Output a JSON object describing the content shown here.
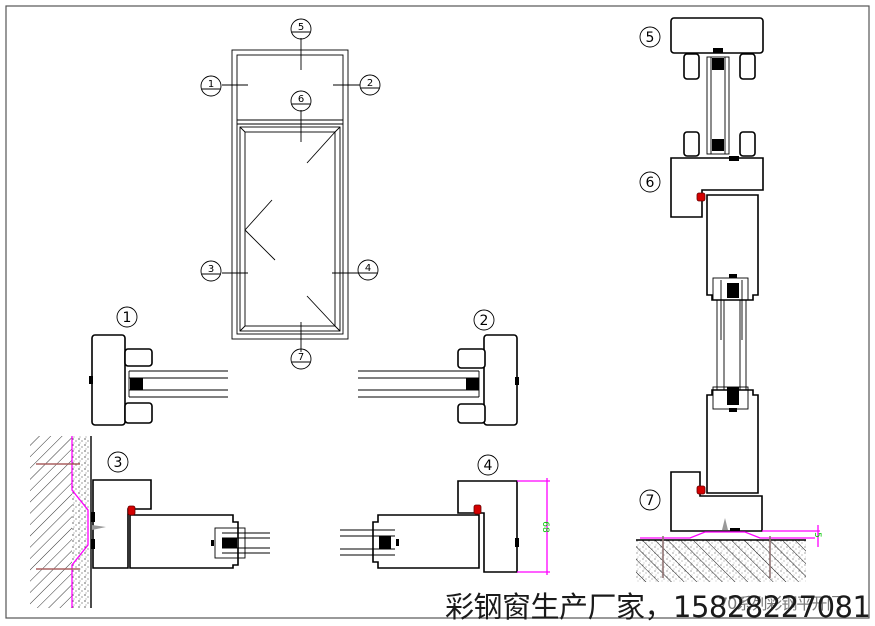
{
  "title": "70系列彩钢平开门",
  "watermark": "彩钢窗生产厂家，15828227081",
  "elevation": {
    "section_markers": [
      "5",
      "1",
      "2",
      "6",
      "3",
      "4",
      "7"
    ]
  },
  "details": [
    {
      "id": "1",
      "label": "①"
    },
    {
      "id": "2",
      "label": "②"
    },
    {
      "id": "3",
      "label": "③"
    },
    {
      "id": "4",
      "label": "④"
    },
    {
      "id": "5",
      "label": "⑤"
    },
    {
      "id": "6",
      "label": "⑥"
    },
    {
      "id": "7",
      "label": "⑦"
    }
  ],
  "dimensions": {
    "frame_depth": "68",
    "sill_gap": "5"
  },
  "colors": {
    "line": "#000000",
    "seal": "#d40000",
    "dimension": "#ff00ff",
    "dimension_text": "#00c800",
    "anchor": "#00e0e0"
  }
}
